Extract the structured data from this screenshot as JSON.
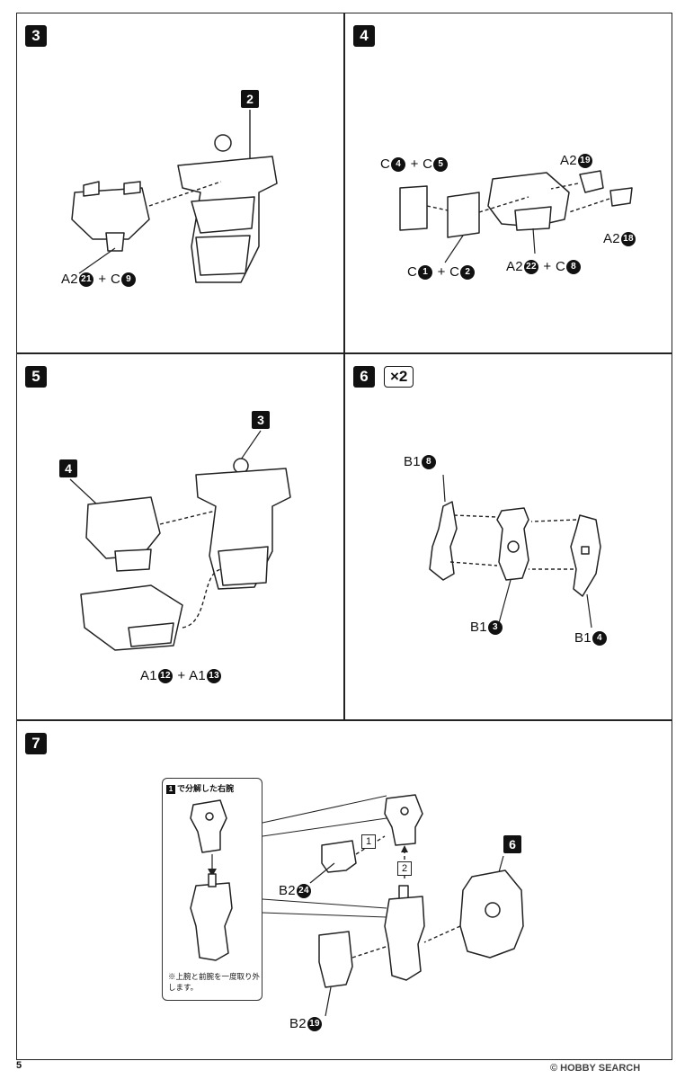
{
  "steps": [
    {
      "number": "3",
      "ref": "2",
      "labels": [
        {
          "part": "A2",
          "n": "21"
        },
        {
          "sep": "+"
        },
        {
          "part": "C",
          "n": "9"
        }
      ]
    },
    {
      "number": "4",
      "labels_top_left": [
        {
          "part": "C",
          "n": "4"
        },
        {
          "sep": "+"
        },
        {
          "part": "C",
          "n": "5"
        }
      ],
      "label_a2_19": {
        "part": "A2",
        "n": "19"
      },
      "label_a2_18": {
        "part": "A2",
        "n": "18"
      },
      "label_c1_c2": [
        {
          "part": "C",
          "n": "1"
        },
        {
          "sep": "+"
        },
        {
          "part": "C",
          "n": "2"
        }
      ],
      "label_a2_22_c8": [
        {
          "part": "A2",
          "n": "22"
        },
        {
          "sep": "+"
        },
        {
          "part": "C",
          "n": "8"
        }
      ]
    },
    {
      "number": "5",
      "ref_left": "4",
      "ref_right": "3",
      "labels": [
        {
          "part": "A1",
          "n": "12"
        },
        {
          "sep": "+"
        },
        {
          "part": "A1",
          "n": "13"
        }
      ]
    },
    {
      "number": "6",
      "multiplier": "×2",
      "label_b1_8": {
        "part": "B1",
        "n": "8"
      },
      "label_b1_3": {
        "part": "B1",
        "n": "3"
      },
      "label_b1_4": {
        "part": "B1",
        "n": "4"
      }
    },
    {
      "number": "7",
      "ref": "6",
      "inset_title_num": "1",
      "inset_title": "で分解した右腕",
      "inset_note": "※上腕と前腕を一度取り外します。",
      "order1": "1",
      "order2": "2",
      "label_b2_24": {
        "part": "B2",
        "n": "24"
      },
      "label_b2_19": {
        "part": "B2",
        "n": "19"
      }
    }
  ],
  "footer": {
    "page_number": "5",
    "watermark": "© HOBBY SEARCH"
  }
}
